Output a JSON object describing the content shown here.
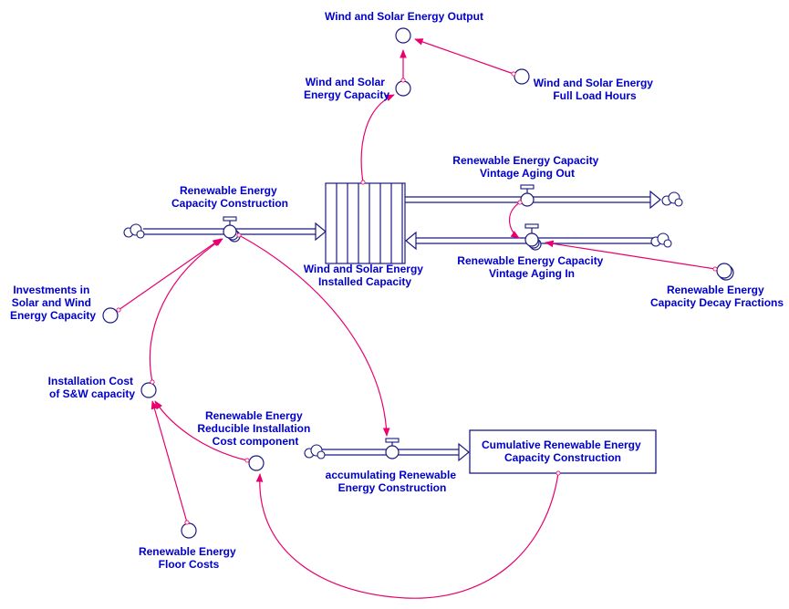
{
  "nodes": {
    "output": [
      "Wind and Solar Energy Output"
    ],
    "capacity": [
      "Wind and Solar",
      "Energy Capacity"
    ],
    "full_load": [
      "Wind and Solar Energy",
      "Full Load Hours"
    ],
    "vintage_out": [
      "Renewable Energy Capacity",
      "Vintage Aging Out"
    ],
    "construction": [
      "Renewable Energy",
      "Capacity Construction"
    ],
    "installed": [
      "Wind and Solar Energy",
      "Installed Capacity"
    ],
    "vintage_in": [
      "Renewable Energy Capacity",
      "Vintage Aging In"
    ],
    "decay": [
      "Renewable Energy",
      "Capacity Decay Fractions"
    ],
    "investments": [
      "Investments in",
      "Solar and Wind",
      "Energy Capacity"
    ],
    "install_cost": [
      "Installation Cost",
      "of S&W capacity"
    ],
    "reducible": [
      "Renewable Energy",
      "Reducible Installation",
      "Cost component"
    ],
    "cumulative": [
      "Cumulative Renewable Energy",
      "Capacity Construction"
    ],
    "accumulating": [
      "accumulating Renewable",
      "Energy Construction"
    ],
    "floor": [
      "Renewable Energy",
      "Floor Costs"
    ]
  },
  "colors": {
    "text": "#0000cc",
    "link": "#e8006e",
    "structure": "#1a1a80"
  }
}
